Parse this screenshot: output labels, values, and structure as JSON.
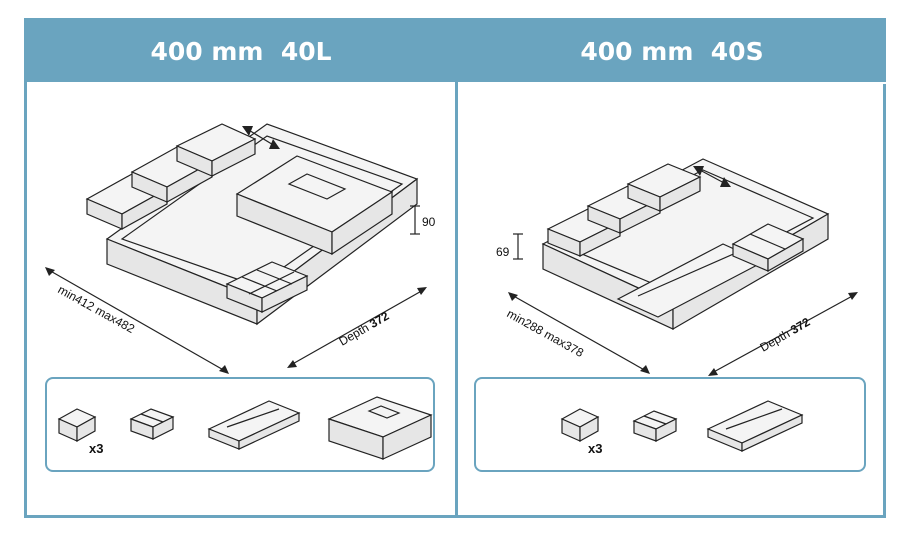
{
  "left": {
    "title": "400 mm  40L",
    "width_label": "min412 max482",
    "depth_prefix": "Depth ",
    "depth_value": "372",
    "height_label": "90",
    "qty_label": "x3"
  },
  "right": {
    "title": "400 mm  40S",
    "width_label": "min288 max378",
    "depth_prefix": "Depth ",
    "depth_value": "372",
    "height_label": "69",
    "qty_label": "x3"
  },
  "colors": {
    "accent": "#6aa4bf",
    "outline": "#222222"
  },
  "icons": [
    "slide-arrow-icon",
    "small-box-icon",
    "divider-insert-icon",
    "long-tray-icon",
    "lidded-box-icon"
  ]
}
